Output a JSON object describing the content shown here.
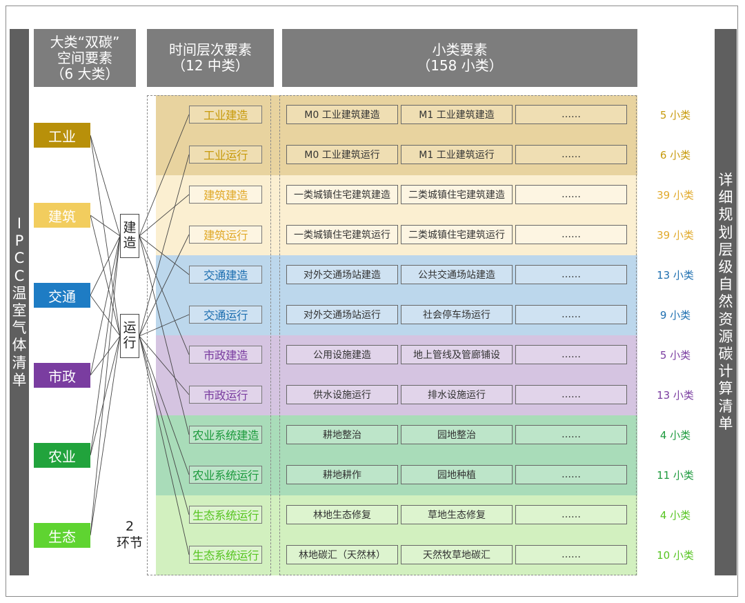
{
  "left_bar_text": "IPCC温室气体清单",
  "right_bar_text": "详细规划层级自然资源碳计算清单",
  "headers": {
    "major": {
      "line1": "大类“双碳”",
      "line2": "空间要素",
      "line3": "（6 大类）"
    },
    "time": {
      "line1": "时间层次要素",
      "line2": "（12 中类）"
    },
    "minor": {
      "line1": "小类要素",
      "line2": "（158 小类）"
    }
  },
  "major_categories": [
    {
      "label": "工业",
      "color": "#b8900a"
    },
    {
      "label": "建筑",
      "color": "#f2cd5e"
    },
    {
      "label": "交通",
      "color": "#1e7cc4"
    },
    {
      "label": "市政",
      "color": "#7a3da0"
    },
    {
      "label": "农业",
      "color": "#21a33c"
    },
    {
      "label": "生态",
      "color": "#5fd431"
    }
  ],
  "phases": [
    {
      "char1": "建",
      "char2": "造"
    },
    {
      "char1": "运",
      "char2": "行"
    }
  ],
  "links_label": {
    "line1": "2",
    "line2": "环节"
  },
  "rows": [
    {
      "label": "工业建造",
      "c1": "M0 工业建筑建造",
      "c2": "M1 工业建筑建造",
      "c3": "……",
      "count": "5 小类",
      "color": "#c79a0c",
      "bg": "#e8d39f",
      "cellbg": "#efdeb3"
    },
    {
      "label": "工业运行",
      "c1": "M0 工业建筑运行",
      "c2": "M1 工业建筑运行",
      "c3": "……",
      "count": "6 小类",
      "color": "#c79a0c",
      "bg": "#e8d39f",
      "cellbg": "#efdeb3"
    },
    {
      "label": "建筑建造",
      "c1": "一类城镇住宅建筑建造",
      "c2": "二类城镇住宅建筑建造",
      "c3": "……",
      "count": "39 小类",
      "color": "#e0a92a",
      "bg": "#fbefd1",
      "cellbg": "#fdf5e2"
    },
    {
      "label": "建筑运行",
      "c1": "一类城镇住宅建筑运行",
      "c2": "二类城镇住宅建筑运行",
      "c3": "……",
      "count": "39 小类",
      "color": "#e0a92a",
      "bg": "#fbefd1",
      "cellbg": "#fdf5e2"
    },
    {
      "label": "交通建造",
      "c1": "对外交通场站建造",
      "c2": "公共交通场站建造",
      "c3": "……",
      "count": "13 小类",
      "color": "#1e6fb0",
      "bg": "#bcd7ec",
      "cellbg": "#cfe2f2"
    },
    {
      "label": "交通运行",
      "c1": "对外交通场站运行",
      "c2": "社会停车场运行",
      "c3": "……",
      "count": "9 小类",
      "color": "#1e6fb0",
      "bg": "#bcd7ec",
      "cellbg": "#cfe2f2"
    },
    {
      "label": "市政建造",
      "c1": "公用设施建造",
      "c2": "地上管线及管廊铺设",
      "c3": "……",
      "count": "5 小类",
      "color": "#7a3da0",
      "bg": "#d5c4e1",
      "cellbg": "#e1d4ea"
    },
    {
      "label": "市政运行",
      "c1": "供水设施运行",
      "c2": "排水设施运行",
      "c3": "……",
      "count": "13 小类",
      "color": "#7a3da0",
      "bg": "#d5c4e1",
      "cellbg": "#e1d4ea"
    },
    {
      "label": "农业系统建造",
      "c1": "耕地整治",
      "c2": "园地整治",
      "c3": "……",
      "count": "4 小类",
      "color": "#1d9a3d",
      "bg": "#a9dcb9",
      "cellbg": "#bde5c9"
    },
    {
      "label": "农业系统运行",
      "c1": "耕地耕作",
      "c2": "园地种植",
      "c3": "……",
      "count": "11 小类",
      "color": "#1d9a3d",
      "bg": "#a9dcb9",
      "cellbg": "#bde5c9"
    },
    {
      "label": "生态系统运行",
      "c1": "林地生态修复",
      "c2": "草地生态修复",
      "c3": "……",
      "count": "4 小类",
      "color": "#56c421",
      "bg": "#d2f0bf",
      "cellbg": "#ddf4cf"
    },
    {
      "label": "生态系统运行",
      "c1": "林地碳汇（天然林）",
      "c2": "天然牧草地碳汇",
      "c3": "……",
      "count": "10 小类",
      "color": "#56c421",
      "bg": "#d2f0bf",
      "cellbg": "#ddf4cf"
    }
  ]
}
